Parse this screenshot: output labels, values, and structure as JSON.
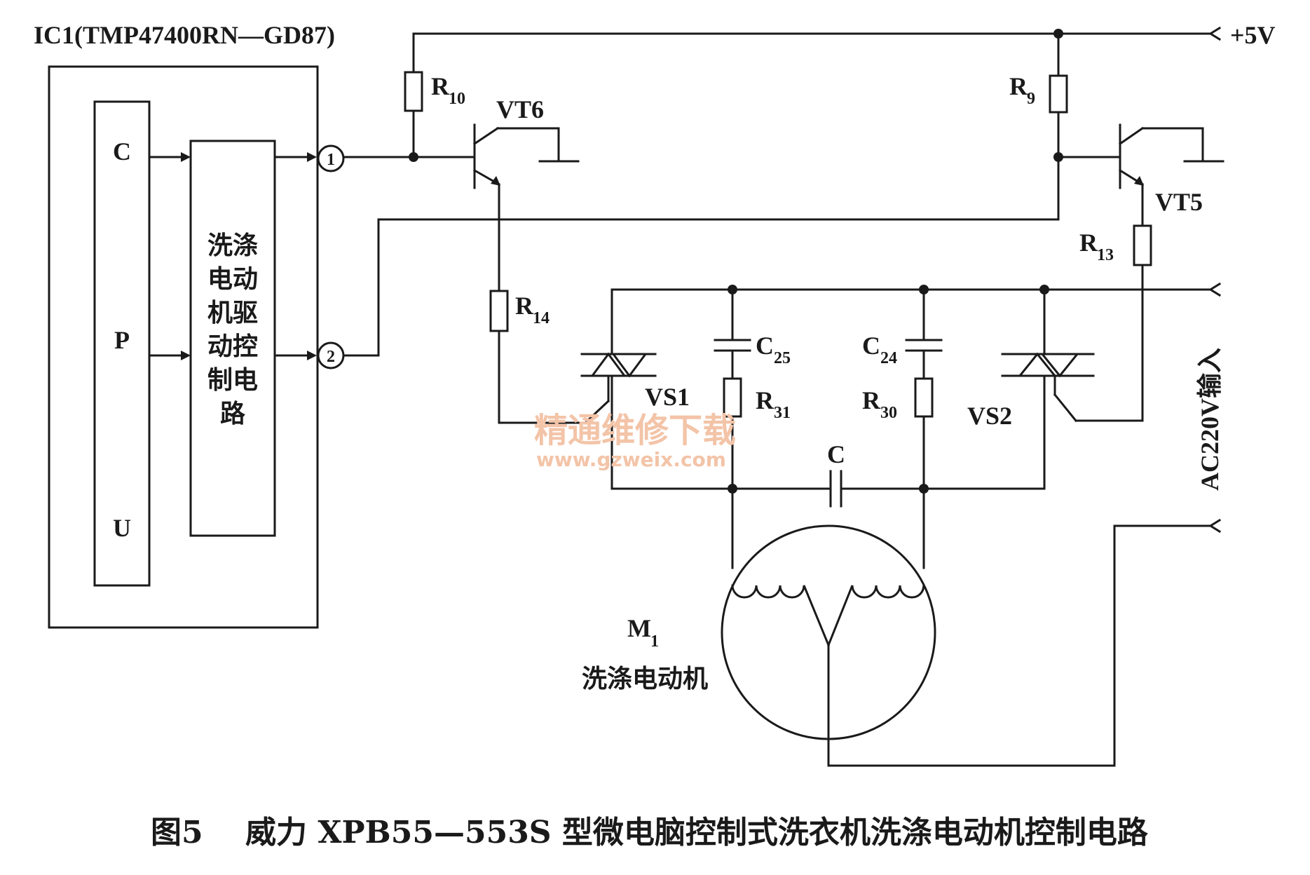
{
  "ic": {
    "title": "IC1(TMP47400RN—GD87)",
    "cpu_letters": [
      "C",
      "P",
      "U"
    ],
    "driver_lines": [
      "洗涤",
      "电动",
      "机驱",
      "动控",
      "制电",
      "路"
    ],
    "pin1": "1",
    "pin2": "2"
  },
  "components": {
    "r10": "R",
    "r10_sub": "10",
    "r9": "R",
    "r9_sub": "9",
    "r13": "R",
    "r13_sub": "13",
    "r14": "R",
    "r14_sub": "14",
    "c25": "C",
    "c25_sub": "25",
    "r31": "R",
    "r31_sub": "31",
    "c24": "C",
    "c24_sub": "24",
    "r30": "R",
    "r30_sub": "30",
    "c": "C",
    "vt6": "VT6",
    "vt5": "VT5",
    "vs1": "VS1",
    "vs2": "VS2",
    "m1": "M",
    "m1_sub": "1",
    "motor_name": "洗涤电动机"
  },
  "supply": {
    "plus5v": "+5V",
    "ac_input": "AC220V输入"
  },
  "watermark": {
    "line1": "精通维修下载",
    "line2": "www.gzweix.com"
  },
  "caption": {
    "figure": "图5",
    "text": "威力 XPB55—553S 型微电脑控制式洗衣机洗涤电动机控制电路"
  }
}
